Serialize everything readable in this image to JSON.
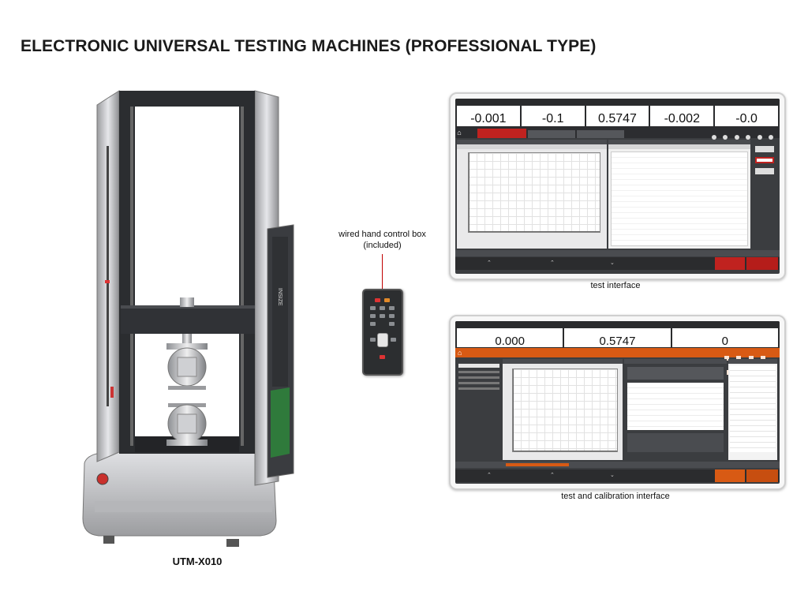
{
  "page_title": "ELECTRONIC UNIVERSAL TESTING MACHINES (PROFESSIONAL TYPE)",
  "model": "UTM-X010",
  "hand_control": {
    "label_line1": "wired hand control box",
    "label_line2": "(included)"
  },
  "test_interface": {
    "caption": "test interface",
    "readouts": [
      "-0.001",
      "-0.1",
      "0.5747",
      "-0.002",
      "-0.0"
    ]
  },
  "calibration_interface": {
    "caption": "test and calibration interface",
    "readouts": [
      "0.000",
      "0.5747",
      "0"
    ]
  },
  "colors": {
    "accent_red": "#c0221f",
    "accent_orange": "#d85a14",
    "machine_frame": "#2b2d30",
    "machine_silver": "#c8c9cc",
    "panel_green": "#2f7a3b"
  }
}
